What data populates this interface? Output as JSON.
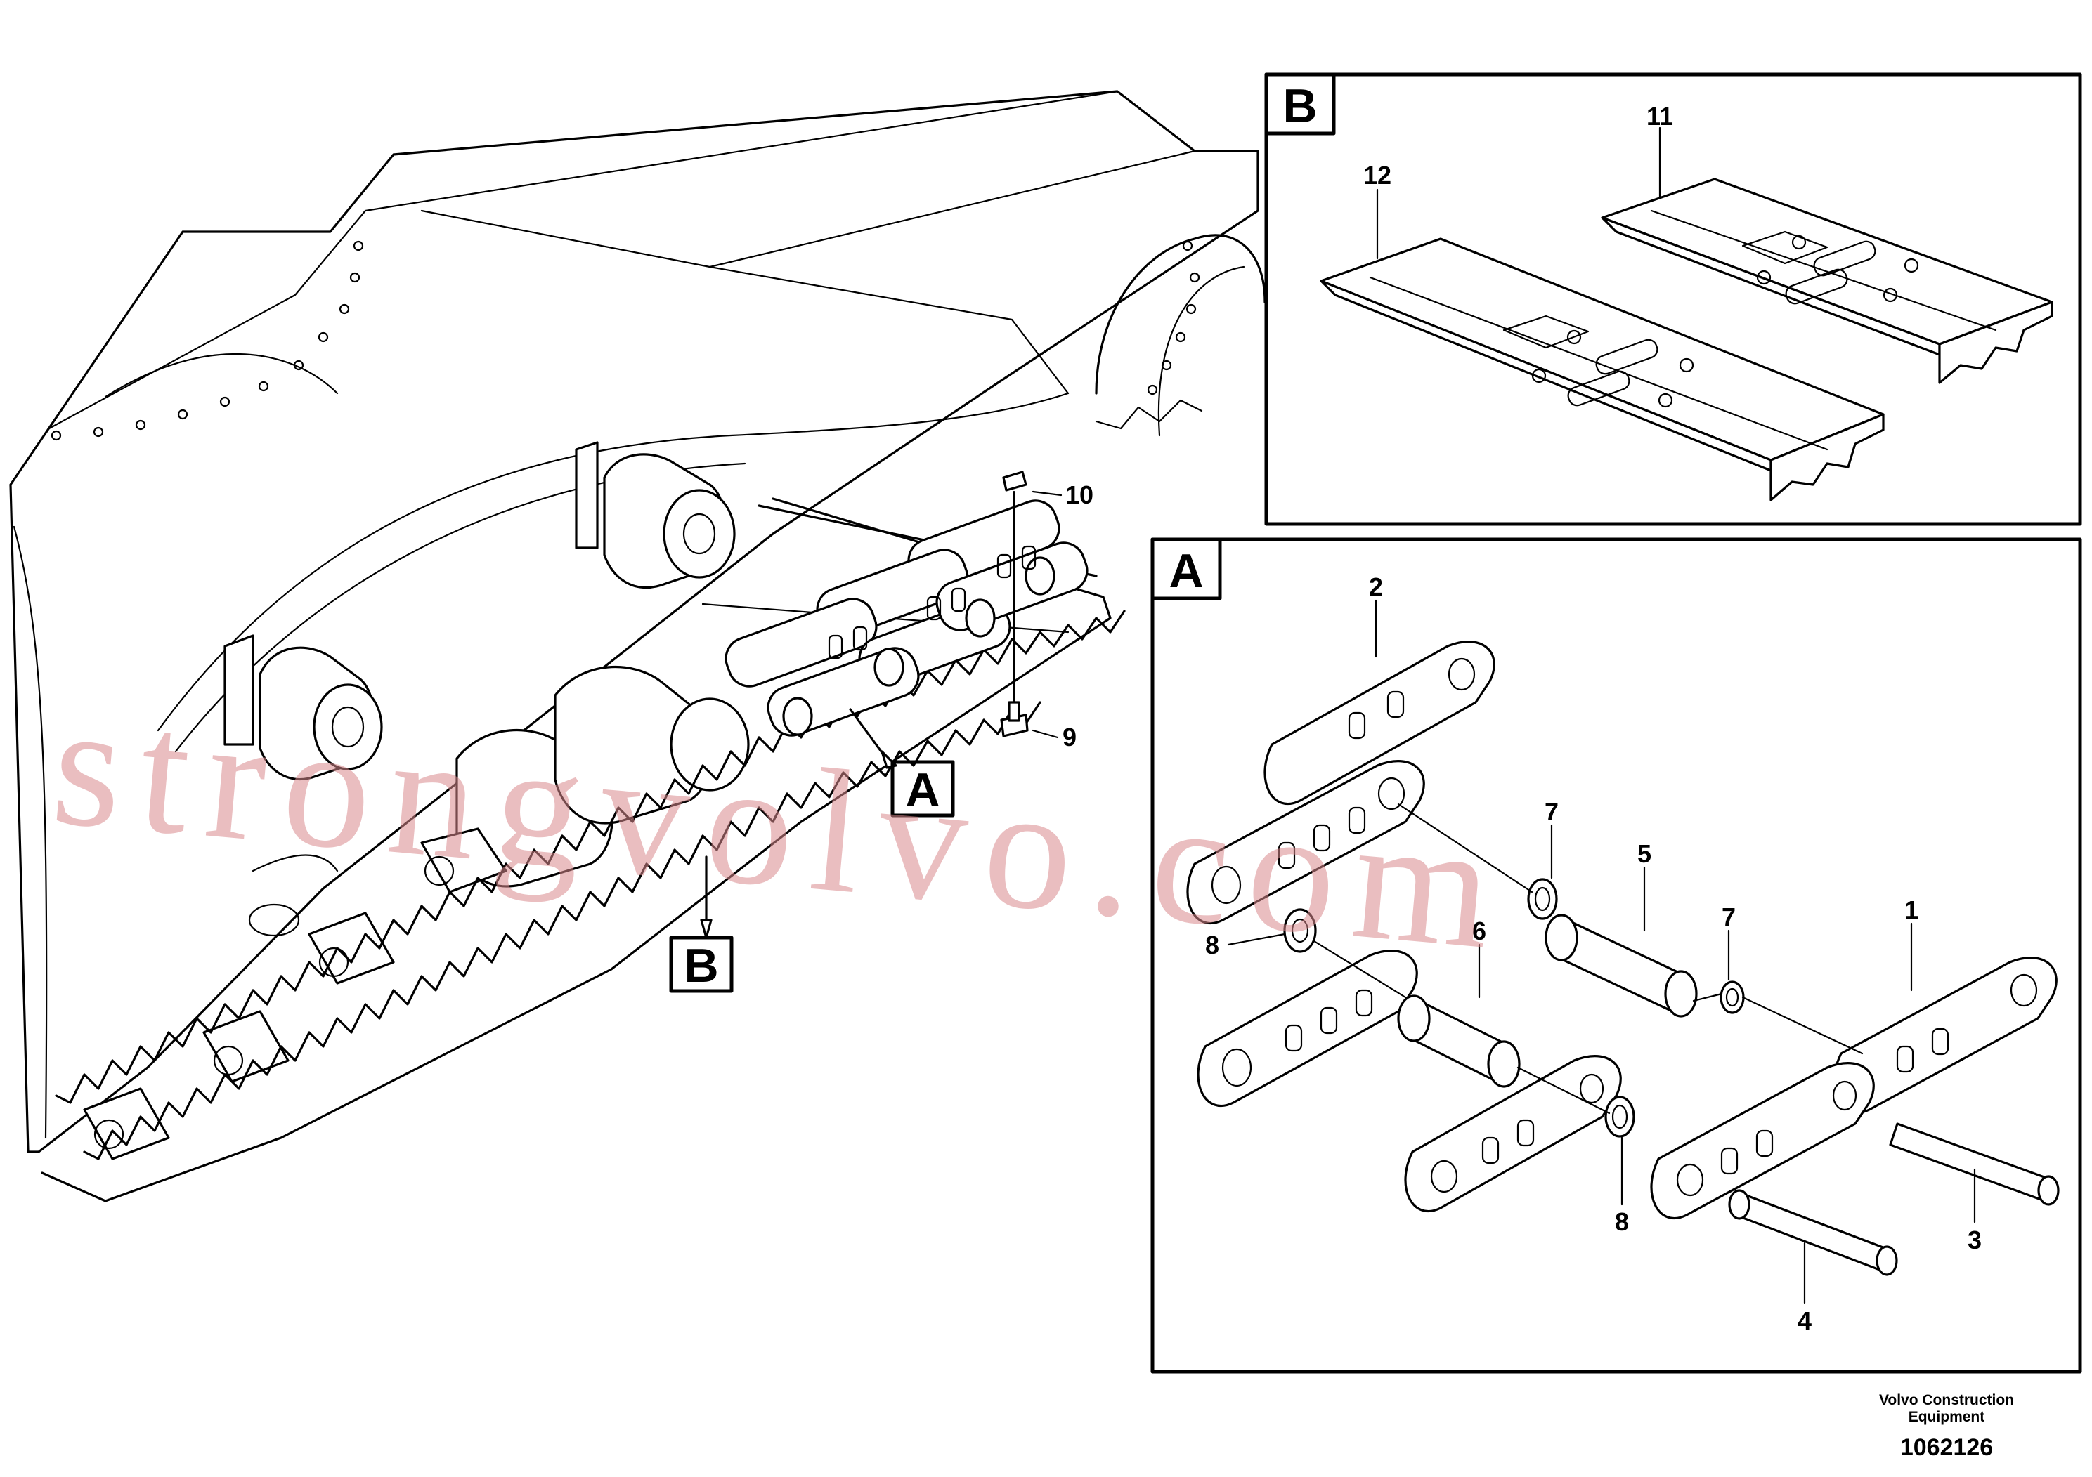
{
  "diagram": {
    "watermark": "strongvolvo.com",
    "credit_line1": "Volvo Construction",
    "credit_line2": "Equipment",
    "figure_number": "1062126"
  },
  "insets": {
    "B": {
      "label": "B",
      "callouts": {
        "p11": "11",
        "p12": "12"
      }
    },
    "A": {
      "label": "A",
      "callouts": {
        "p1": "1",
        "p2": "2",
        "p3": "3",
        "p4": "4",
        "p5": "5",
        "p6": "6",
        "p7a": "7",
        "p7b": "7",
        "p8a": "8",
        "p8b": "8"
      }
    }
  },
  "overview": {
    "label_a": "A",
    "label_b": "B",
    "callouts": {
      "p9": "9",
      "p10": "10"
    }
  }
}
